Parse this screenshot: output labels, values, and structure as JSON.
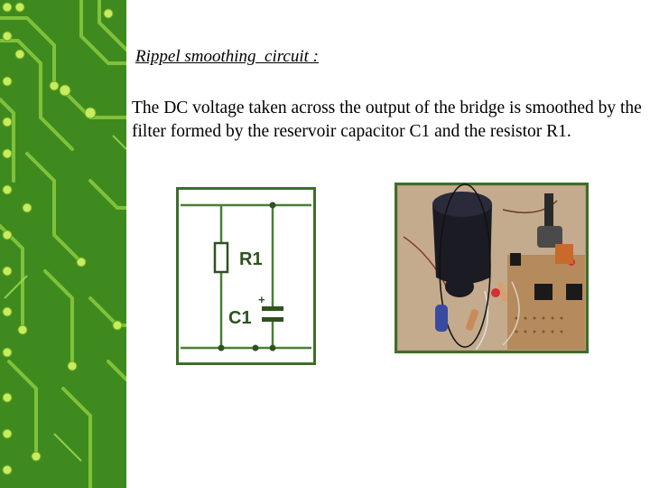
{
  "slide": {
    "heading": "Rippel smoothing  circuit :",
    "paragraph": "The DC voltage taken across the output of the bridge is smoothed by the filter formed by the reservoir capacitor C1 and the resistor R1."
  },
  "schematic": {
    "resistor_label": "R1",
    "capacitor_label": "C1",
    "polarity_mark": "+"
  },
  "colors": {
    "frame_green": "#3d6e2a",
    "pcb_green": "#3f8a1f",
    "trace_light": "#8fcf3a"
  }
}
